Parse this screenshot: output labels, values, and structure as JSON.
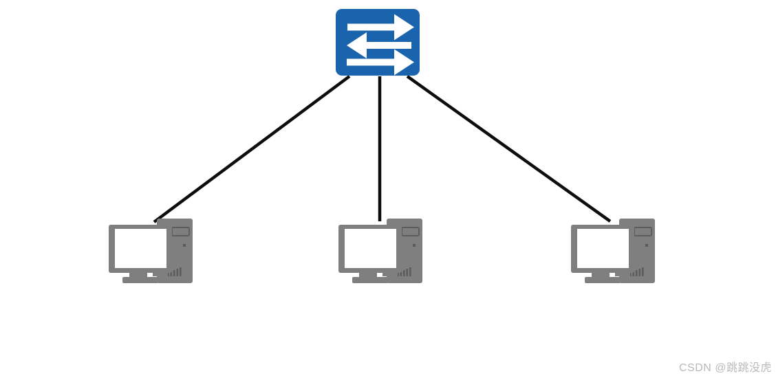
{
  "page": {
    "background": "#ffffff"
  },
  "watermark": {
    "text": "CSDN @跳跳没虎",
    "color": "#b9b9b9"
  },
  "diagram": {
    "type": "network-topology",
    "nodes": [
      {
        "id": "switch1",
        "kind": "switch",
        "icon": "ethernet-switch-icon"
      },
      {
        "id": "pc1",
        "kind": "pc",
        "icon": "desktop-computer-icon"
      },
      {
        "id": "pc2",
        "kind": "pc",
        "icon": "desktop-computer-icon"
      },
      {
        "id": "pc3",
        "kind": "pc",
        "icon": "desktop-computer-icon"
      }
    ],
    "edges": [
      {
        "from": "switch1",
        "to": "pc1"
      },
      {
        "from": "switch1",
        "to": "pc2"
      },
      {
        "from": "switch1",
        "to": "pc3"
      }
    ],
    "colors": {
      "switch_fill": "#1a63ad",
      "switch_arrows": "#ffffff",
      "device_gray": "#7f7f7f",
      "device_detail": "#5c5c5c",
      "screen": "#ffffff",
      "link": "#0d0d0d"
    }
  }
}
